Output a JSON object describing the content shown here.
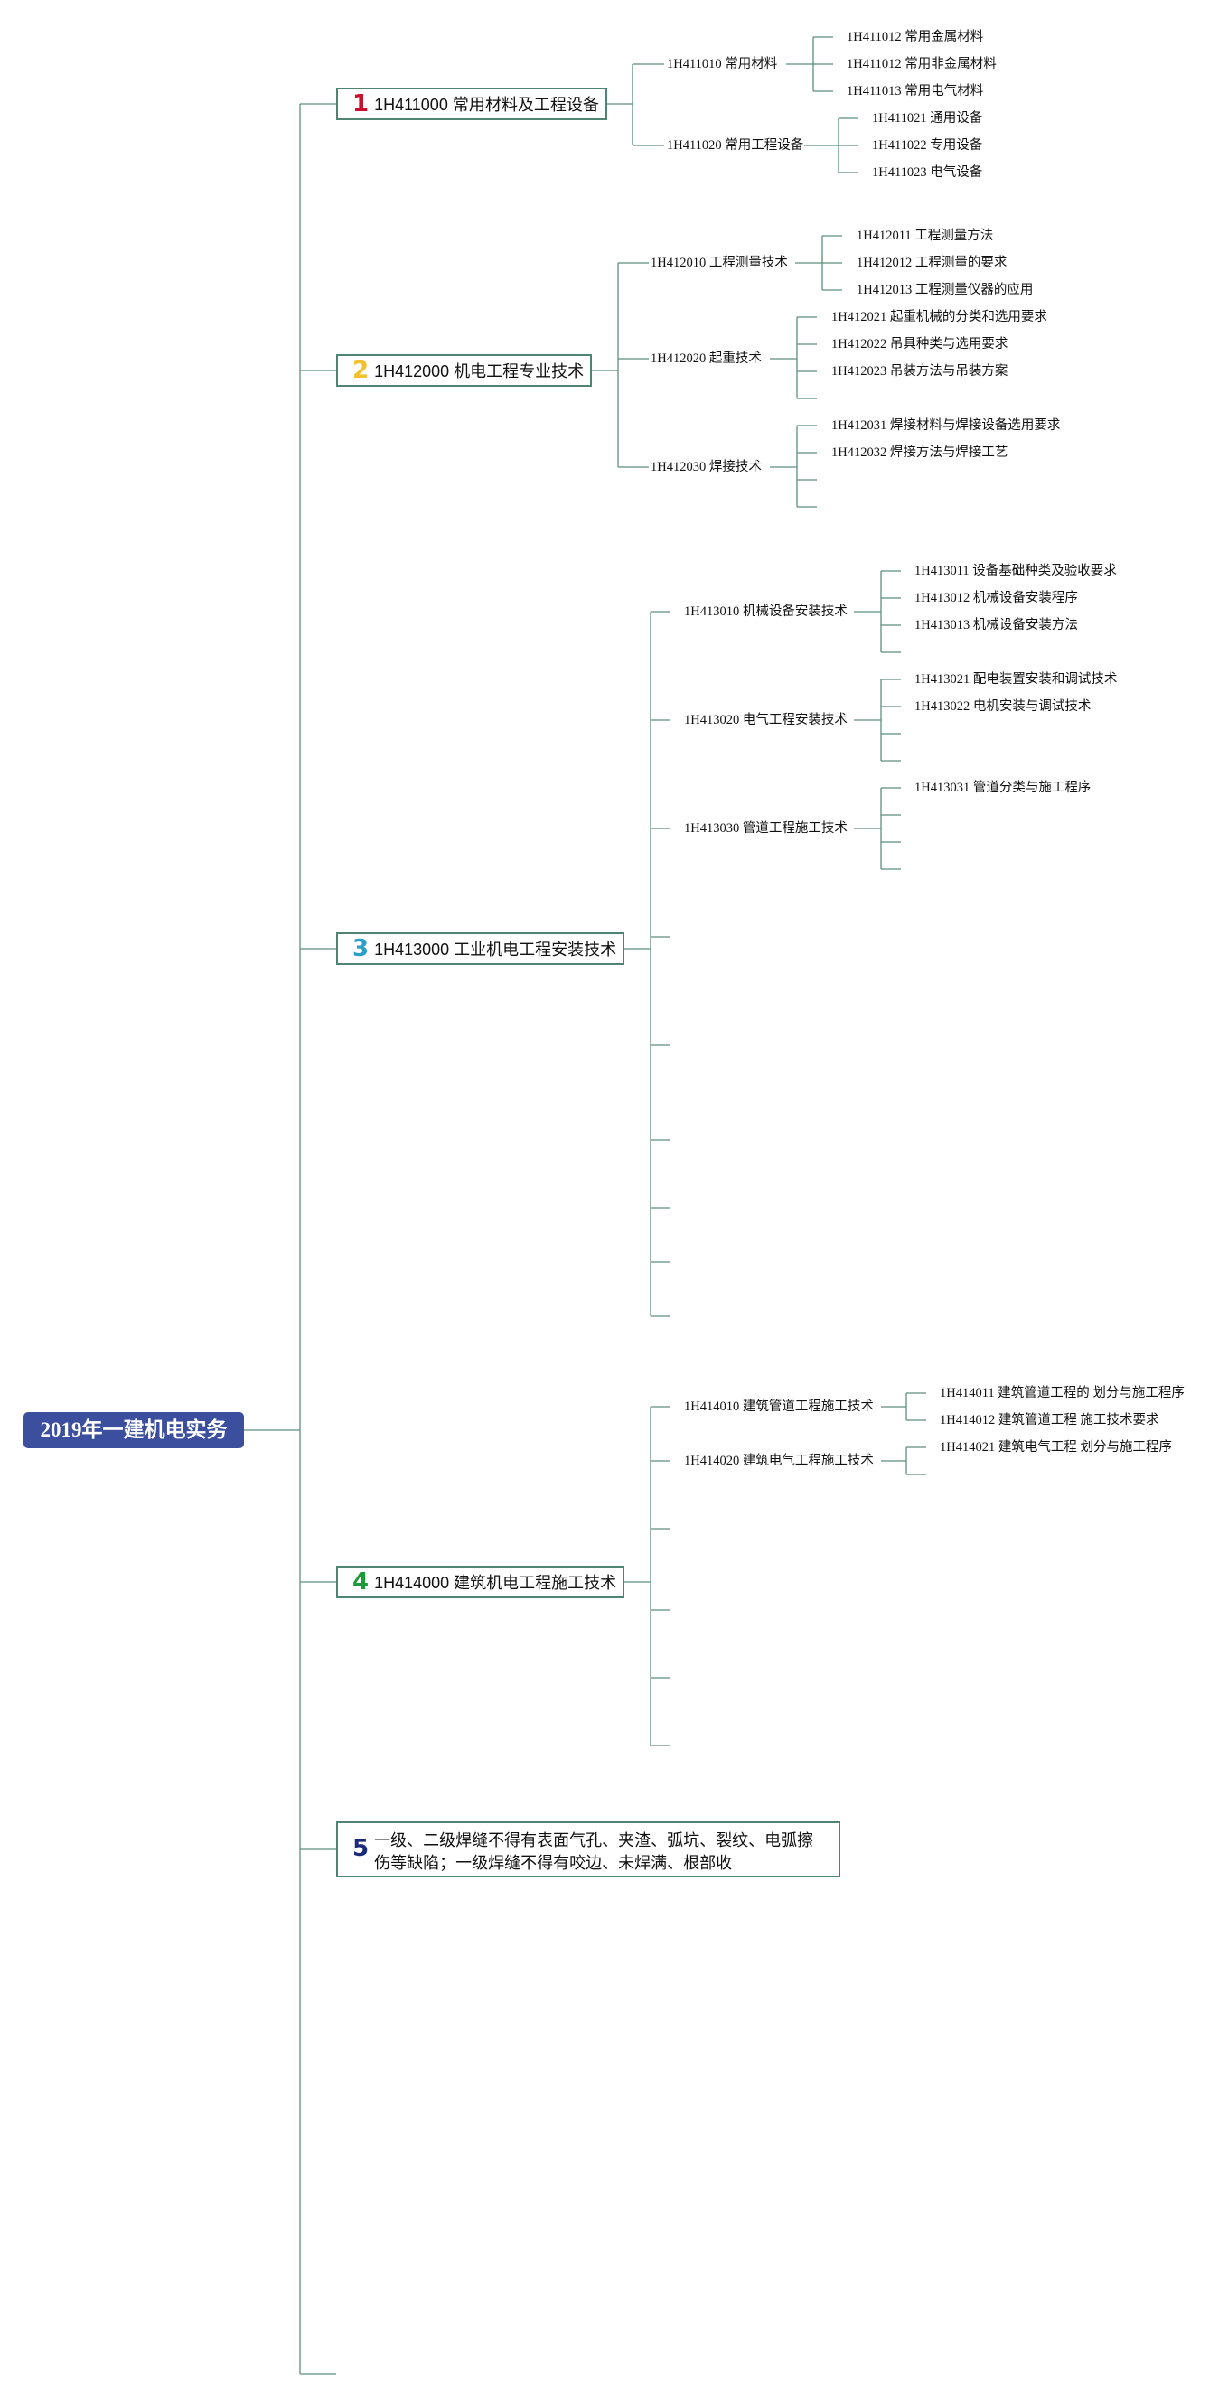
{
  "root": {
    "label": "2019年一建机电实务"
  },
  "colors": {
    "line": "#5e8f7b",
    "root_bg": "#3c4f9e"
  },
  "topics": [
    {
      "num": "1",
      "num_color": "#c8102e",
      "label": "1H411000 常用材料及工程设备",
      "subs": [
        {
          "label": "1H411010 常用材料",
          "leaves": [
            "1H411012 常用金属材料",
            "1H411012 常用非金属材料",
            "1H411013 常用电气材料"
          ]
        },
        {
          "label": "1H411020 常用工程设备",
          "leaves": [
            "1H411021 通用设备",
            "1H411022 专用设备",
            "1H411023 电气设备"
          ]
        }
      ]
    },
    {
      "num": "2",
      "num_color": "#f2c12e",
      "label": "1H412000 机电工程专业技术",
      "subs": [
        {
          "label": "1H412010 工程测量技术",
          "leaves": [
            "1H412011 工程测量方法",
            "1H412012 工程测量的要求",
            "1H412013 工程测量仪器的应用"
          ]
        },
        {
          "label": "1H412020 起重技术",
          "leaves": [
            "1H412021 起重机械的分类和选用要求",
            "1H412022 吊具种类与选用要求",
            "1H412023 吊装方法与吊装方案"
          ]
        },
        {
          "label": "1H412030 焊接技术",
          "leaves": [
            "1H412031 焊接材料与焊接设备选用要求",
            "1H412032 焊接方法与焊接工艺"
          ]
        }
      ]
    },
    {
      "num": "3",
      "num_color": "#2aa0c8",
      "label": "1H413000 工业机电工程安装技术",
      "subs": [
        {
          "label": "1H413010 机械设备安装技术",
          "leaves": [
            "1H413011 设备基础种类及验收要求",
            "1H413012 机械设备安装程序",
            "1H413013 机械设备安装方法"
          ]
        },
        {
          "label": "1H413020 电气工程安装技术",
          "leaves": [
            "1H413021 配电装置安装和调试技术",
            "1H413022 电机安装与调试技术"
          ]
        },
        {
          "label": "1H413030 管道工程施工技术",
          "leaves": [
            "1H413031 管道分类与施工程序"
          ]
        }
      ]
    },
    {
      "num": "4",
      "num_color": "#1e9a3a",
      "label": "1H414000 建筑机电工程施工技术",
      "subs": [
        {
          "label": "1H414010 建筑管道工程施工技术",
          "leaves": [
            "1H414011 建筑管道工程的 划分与施工程序",
            "1H414012 建筑管道工程 施工技术要求"
          ]
        },
        {
          "label": "1H414020 建筑电气工程施工技术",
          "leaves": [
            "1H414021 建筑电气工程 划分与施工程序"
          ]
        }
      ]
    },
    {
      "num": "5",
      "num_color": "#1a2a78",
      "label": "一级、二级焊缝不得有表面气孔、夹渣、弧坑、裂纹、电弧擦伤等缺陷；一级焊缝不得有咬边、未焊满、根部收",
      "subs": []
    }
  ]
}
